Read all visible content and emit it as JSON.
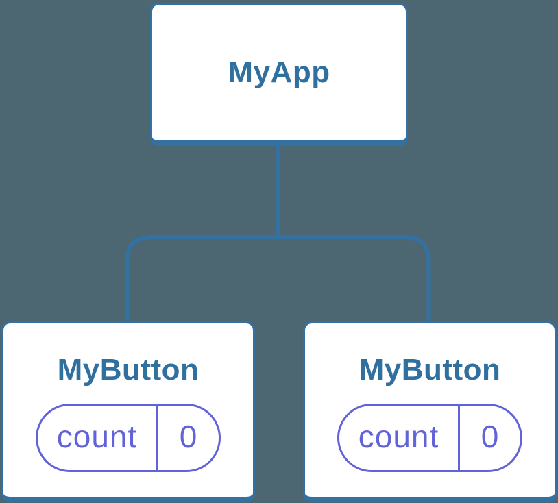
{
  "diagram": {
    "type": "component-tree",
    "colors": {
      "background": "#4C6771",
      "card_fill": "#FFFFFF",
      "card_border_blue": "#3471A3",
      "connector_blue": "#3471A3",
      "title_text_blue": "#30709F",
      "state_purple": "#6363D9"
    },
    "root": {
      "label": "MyApp"
    },
    "children": [
      {
        "label": "MyButton",
        "state": {
          "key": "count",
          "value": "0"
        }
      },
      {
        "label": "MyButton",
        "state": {
          "key": "count",
          "value": "0"
        }
      }
    ]
  }
}
